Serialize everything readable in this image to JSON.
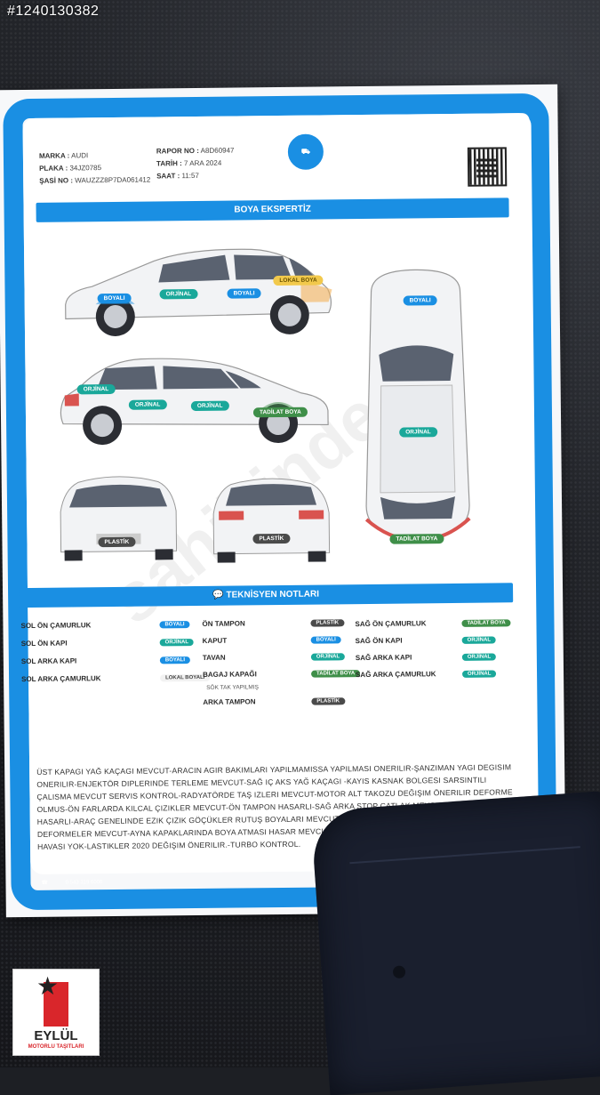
{
  "listing_id": "#1240130382",
  "report": {
    "marka_label": "MARKA :",
    "marka": "AUDI",
    "plaka_label": "PLAKA :",
    "plaka": "34JZ0785",
    "sasi_label": "ŞASİ NO :",
    "sasi": "WAUZZZ8P7DA061412",
    "rapor_label": "RAPOR NO :",
    "rapor": "A8D60947",
    "tarih_label": "TARİH :",
    "tarih": "7 ARA 2024",
    "saat_label": "SAAT :",
    "saat": "11:57",
    "boya_title": "BOYA EKSPERTİZ",
    "teknisyen_title": "TEKNİSYEN NOTLARI"
  },
  "diagram_badges": {
    "boyali": "BOYALI",
    "orjinal": "ORJİNAL",
    "lokal": "LOKAL BOYA",
    "tadilat": "TADİLAT BOYA",
    "plastik": "PLASTİK"
  },
  "notes": {
    "col1": [
      {
        "label": "SOL ÖN ÇAMURLUK",
        "status": "BOYALI",
        "kind": "boyali"
      },
      {
        "label": "SOL ÖN KAPI",
        "status": "ORJİNAL",
        "kind": "orjinal"
      },
      {
        "label": "SOL ARKA KAPI",
        "status": "BOYALI",
        "kind": "boyali"
      },
      {
        "label": "SOL ARKA ÇAMURLUK",
        "status": "LOKAL BOYALI",
        "kind": "lokal"
      }
    ],
    "col2": [
      {
        "label": "ÖN TAMPON",
        "status": "PLASTİK",
        "kind": "plastik"
      },
      {
        "label": "KAPUT",
        "status": "BOYALI",
        "kind": "boyali"
      },
      {
        "label": "TAVAN",
        "status": "ORJİNAL",
        "kind": "orjinal"
      },
      {
        "label": "BAGAJ KAPAĞI",
        "status": "TADİLAT BOYA",
        "kind": "tadilat"
      },
      {
        "label": "ARKA TAMPON",
        "status": "PLASTİK",
        "kind": "plastik"
      }
    ],
    "col3": [
      {
        "label": "SAĞ ÖN ÇAMURLUK",
        "status": "TADİLAT BOYA",
        "kind": "tadilat"
      },
      {
        "label": "SAĞ ÖN KAPI",
        "status": "ORJİNAL",
        "kind": "orjinal"
      },
      {
        "label": "SAĞ ARKA KAPI",
        "status": "ORJİNAL",
        "kind": "orjinal"
      },
      {
        "label": "SAĞ ARKA ÇAMURLUK",
        "status": "ORJİNAL",
        "kind": "orjinal"
      }
    ],
    "bagaj_sub": "SÖK TAK YAPILMIŞ"
  },
  "technician_text": "ÜST KAPAGI YAĞ KAÇAGI MEVCUT-ARACIN AGIR BAKIMLARI YAPILMAMISSA YAPILMASI ONERILIR-ŞANZIMAN YAGI DEGISIM ONERILIR-ENJEKTÖR DIPLERINDE TERLEME MEVCUT-SAĞ IÇ AKS YAĞ KAÇAGI -KAYIS KASNAK BOLGESI SARSINTILI ÇALISMA MEVCUT SERVIS KONTROL-RADYATÖRDE TAŞ IZLERI MEVCUT-MOTOR ALT TAKOZU DEĞIŞIM ÖNERILIR DEFORME OLMUS-ÖN FARLARDA KILCAL ÇIZIKLER MEVCUT-ÖN TAMPON HASARLI-SAĞ ARKA STOP ÇATLAK MEVCUT-ARKA TAMPON HASARLI-ARAÇ GENELINDE EZIK ÇIZIK GÖÇÜKLER RUTUŞ BOYALARI MEVCUT-ARAÇ İÇINDE KULLANIMA BAĞLI DEFORMELER MEVCUT-AYNA KAPAKLARINDA BOYA ATMASI HASAR MEVCUT-JANTLARDA ÇIZIKLER MEVCUT-SAĞ ÖN LASTIK HAVASI YOK-LASTIKLER 2020 DEĞIŞIM ÖNERILIR.-TURBO KONTROL.",
  "footer": {
    "phone": "0 543 319 6006"
  },
  "brand": {
    "name": "EYLÜL",
    "subtitle": "MOTORLU TAŞITLARI"
  },
  "colors": {
    "accent": "#1a8fe3",
    "boyali": "#1a8fe3",
    "orjinal": "#1aa89a",
    "lokal": "#f2c94c",
    "tadilat": "#3f8f49",
    "plastik": "#4a4a4a",
    "brand_red": "#d9262b"
  }
}
